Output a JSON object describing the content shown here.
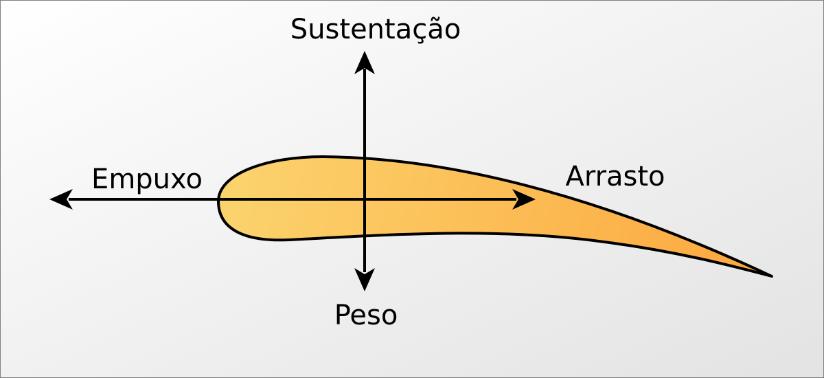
{
  "labels": {
    "lift": "Sustentação",
    "thrust": "Empuxo",
    "drag": "Arrasto",
    "weight": "Peso"
  },
  "colors": {
    "background_light": "#ffffff",
    "background_dark": "#e3e3e3",
    "border": "#7f7f7f",
    "airfoil_light": "#fbd46e",
    "airfoil_dark": "#fda73e",
    "stroke": "#000000"
  }
}
